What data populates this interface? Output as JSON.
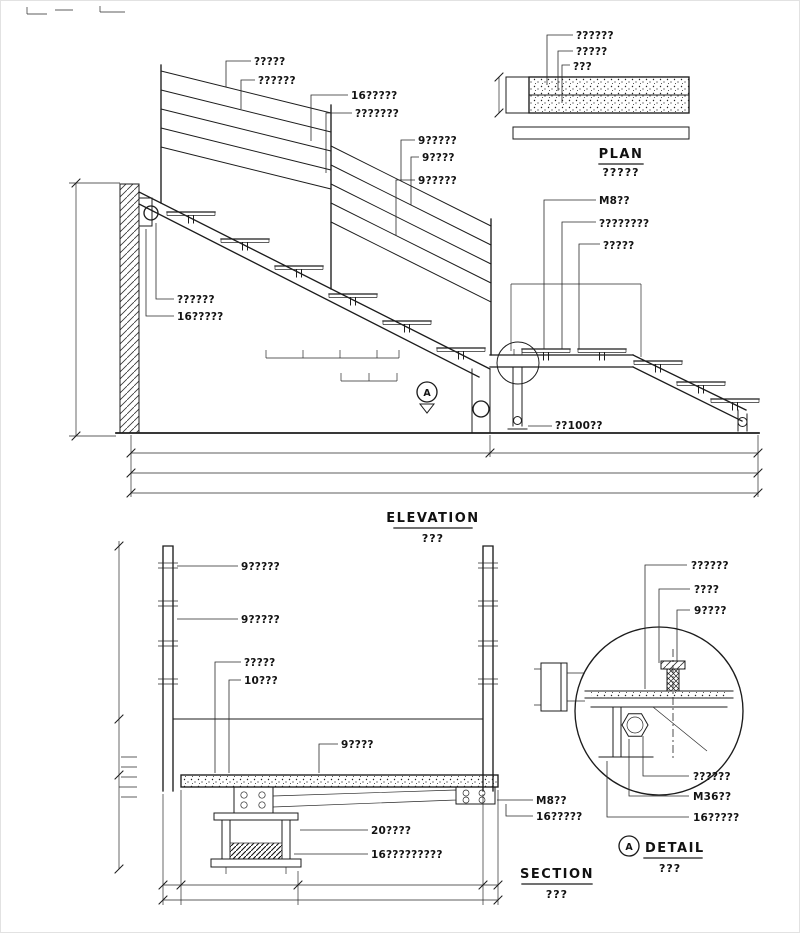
{
  "elevation": {
    "title": "ELEVATION",
    "subtitle": "???",
    "section_marker": "A",
    "labels": [
      "?????",
      "??????",
      "16?????",
      "???????",
      "9?????",
      "9????",
      "9?????",
      "M8??",
      "????????",
      "?????",
      "??????",
      "16?????",
      "??100??"
    ]
  },
  "plan": {
    "title": "PLAN",
    "subtitle": "?????",
    "labels": [
      "??????",
      "?????",
      "???"
    ]
  },
  "section": {
    "title": "SECTION",
    "subtitle": "???",
    "labels": [
      "9?????",
      "9?????",
      "?????",
      "10???",
      "9????",
      "M8??",
      "16?????",
      "20????",
      "16?????????"
    ]
  },
  "detail": {
    "title": "DETAIL",
    "subtitle": "???",
    "marker": "A",
    "labels": [
      "??????",
      "????",
      "9????",
      "??????",
      "M36??",
      "16?????"
    ]
  },
  "style": {
    "ink_color": "#1c1c1c",
    "paper_color": "#ffffff"
  }
}
